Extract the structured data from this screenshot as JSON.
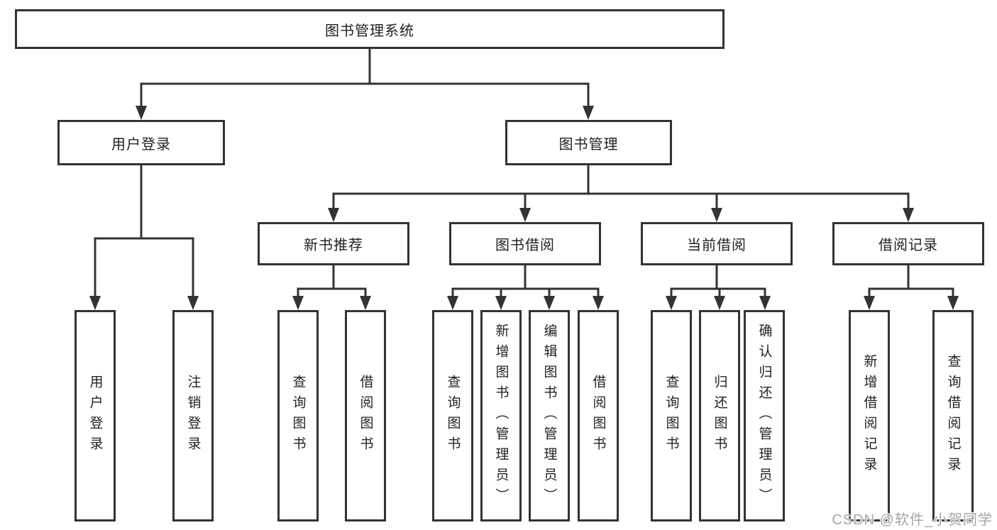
{
  "diagram": {
    "root": {
      "label": "图书管理系统"
    },
    "level2": [
      {
        "label": "用户登录"
      },
      {
        "label": "图书管理"
      }
    ],
    "level3": [
      {
        "label": "新书推荐"
      },
      {
        "label": "图书借阅"
      },
      {
        "label": "当前借阅"
      },
      {
        "label": "借阅记录"
      }
    ],
    "leaves": {
      "user_login": [
        {
          "label": "用户登录"
        },
        {
          "label": "注销登录"
        }
      ],
      "new_book_recommend": [
        {
          "label": "查询图书"
        },
        {
          "label": "借阅图书"
        }
      ],
      "book_borrow": [
        {
          "label": "查询图书"
        },
        {
          "label": "新增图书（管理员）"
        },
        {
          "label": "编辑图书（管理员）"
        },
        {
          "label": "借阅图书"
        }
      ],
      "current_borrow": [
        {
          "label": "查询图书"
        },
        {
          "label": "归还图书"
        },
        {
          "label": "确认归还（管理员）"
        }
      ],
      "borrow_record": [
        {
          "label": "新增借阅记录"
        },
        {
          "label": "查询借阅记录"
        }
      ]
    }
  },
  "watermark": {
    "text": "CSDN @软件_小贺同学"
  },
  "colors": {
    "line": "#333333",
    "text": "#222222",
    "watermark": "#a6a6a6",
    "background": "#ffffff"
  }
}
